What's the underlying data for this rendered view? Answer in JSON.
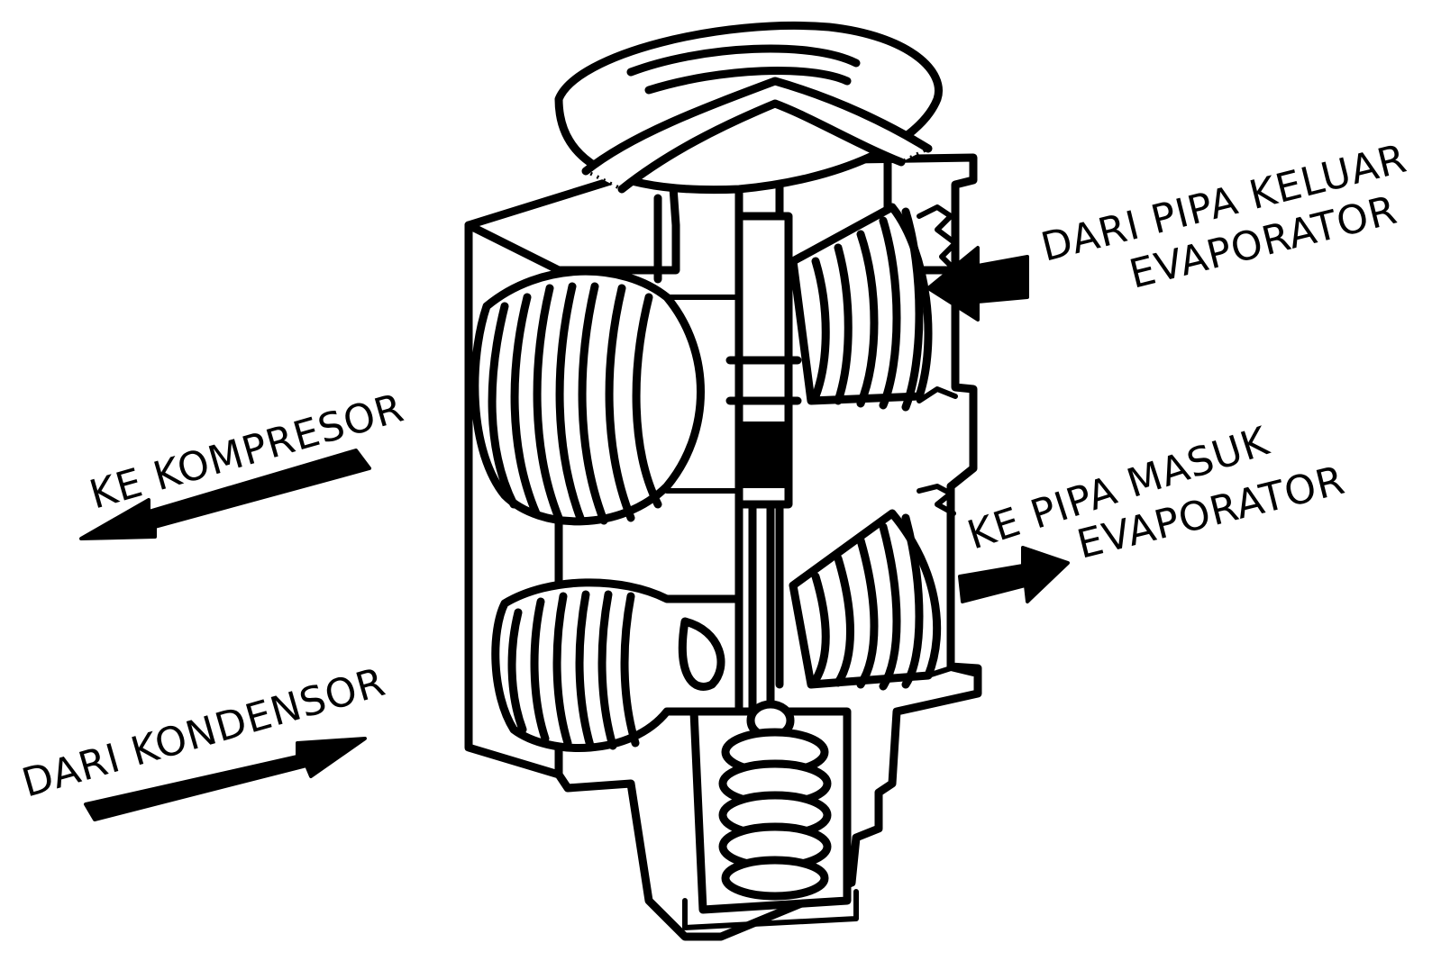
{
  "labels": {
    "top_right_line1": "DARI PIPA KELUAR",
    "top_right_line2": "EVAPORATOR",
    "mid_right_line1": "KE PIPA MASUK",
    "mid_right_line2": "EVAPORATOR",
    "left_upper": "KE KOMPRESOR",
    "left_lower": "DARI KONDENSOR"
  }
}
